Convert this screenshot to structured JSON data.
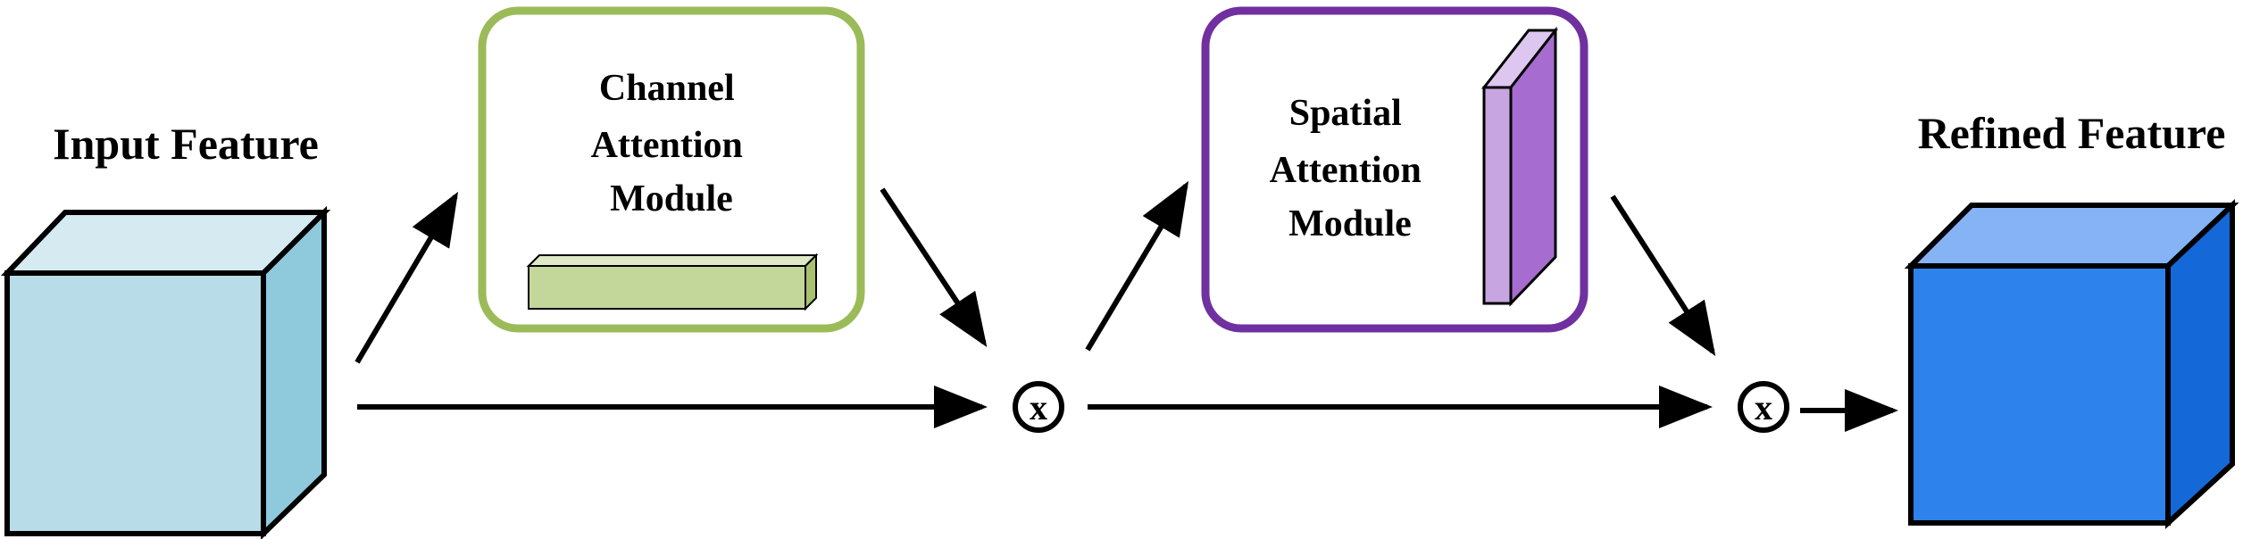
{
  "nodes": {
    "input_feature": {
      "label": "Input Feature"
    },
    "channel_attention": {
      "label_lines": [
        "Channel",
        "Attention",
        "Module"
      ]
    },
    "spatial_attention": {
      "label_lines": [
        "Spatial",
        "Attention",
        "Module"
      ]
    },
    "refined_feature": {
      "label": "Refined Feature"
    },
    "multiply_1": {
      "symbol": "x"
    },
    "multiply_2": {
      "symbol": "x"
    }
  },
  "edges": [
    {
      "from": "input_feature",
      "to": "channel_attention"
    },
    {
      "from": "channel_attention",
      "to": "multiply_1"
    },
    {
      "from": "input_feature",
      "to": "multiply_1"
    },
    {
      "from": "multiply_1",
      "to": "spatial_attention"
    },
    {
      "from": "spatial_attention",
      "to": "multiply_2"
    },
    {
      "from": "multiply_1",
      "to": "multiply_2"
    },
    {
      "from": "multiply_2",
      "to": "refined_feature"
    }
  ],
  "colors": {
    "channel_box_border": "#9bbb59",
    "spatial_box_border": "#7030a0",
    "input_cube_front": "#b8dde8",
    "input_cube_top": "#d6eaf2",
    "input_cube_side": "#8fc9dc",
    "channel_bar_fill": "#c4d79b",
    "spatial_slab_front": "#c7a5e0",
    "spatial_slab_top": "#ddc6ef",
    "spatial_slab_side": "#a66cd0",
    "refined_cube_front": "#2e82ec",
    "refined_cube_top": "#86b3f5",
    "refined_cube_side": "#1568d8"
  }
}
